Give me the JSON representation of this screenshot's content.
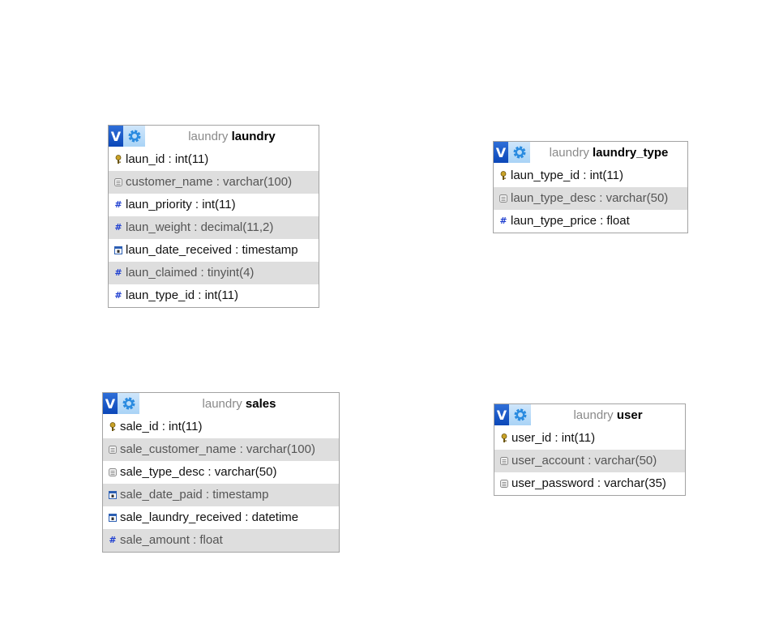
{
  "tables": [
    {
      "db": "laundry",
      "name": "laundry",
      "header_toggle": "V",
      "columns": [
        {
          "text": "laun_id : int(11)",
          "icon": "key-icon"
        },
        {
          "text": "customer_name : varchar(100)",
          "icon": "text-field-icon"
        },
        {
          "text": "laun_priority : int(11)",
          "icon": "numeric-field-icon"
        },
        {
          "text": "laun_weight : decimal(11,2)",
          "icon": "numeric-field-icon"
        },
        {
          "text": "laun_date_received : timestamp",
          "icon": "date-field-icon"
        },
        {
          "text": "laun_claimed : tinyint(4)",
          "icon": "numeric-field-icon"
        },
        {
          "text": "laun_type_id : int(11)",
          "icon": "numeric-field-icon"
        }
      ]
    },
    {
      "db": "laundry",
      "name": "laundry_type",
      "header_toggle": "V",
      "columns": [
        {
          "text": "laun_type_id : int(11)",
          "icon": "key-icon"
        },
        {
          "text": "laun_type_desc : varchar(50)",
          "icon": "text-field-icon"
        },
        {
          "text": "laun_type_price : float",
          "icon": "numeric-field-icon"
        }
      ]
    },
    {
      "db": "laundry",
      "name": "sales",
      "header_toggle": "V",
      "columns": [
        {
          "text": "sale_id : int(11)",
          "icon": "key-icon"
        },
        {
          "text": "sale_customer_name : varchar(100)",
          "icon": "text-field-icon"
        },
        {
          "text": "sale_type_desc : varchar(50)",
          "icon": "text-field-icon"
        },
        {
          "text": "sale_date_paid : timestamp",
          "icon": "date-field-icon"
        },
        {
          "text": "sale_laundry_received : datetime",
          "icon": "date-field-icon"
        },
        {
          "text": "sale_amount : float",
          "icon": "numeric-field-icon"
        }
      ]
    },
    {
      "db": "laundry",
      "name": "user",
      "header_toggle": "V",
      "columns": [
        {
          "text": "user_id : int(11)",
          "icon": "key-icon"
        },
        {
          "text": "user_account : varchar(50)",
          "icon": "text-field-icon"
        },
        {
          "text": "user_password : varchar(35)",
          "icon": "text-field-icon"
        }
      ]
    }
  ],
  "colors": {
    "header_blue": "#0b47b8",
    "gear_blue": "#2a8be0",
    "alt_row": "#dedede",
    "border": "#a3a3a3",
    "hash_blue": "#1f3fd0"
  }
}
